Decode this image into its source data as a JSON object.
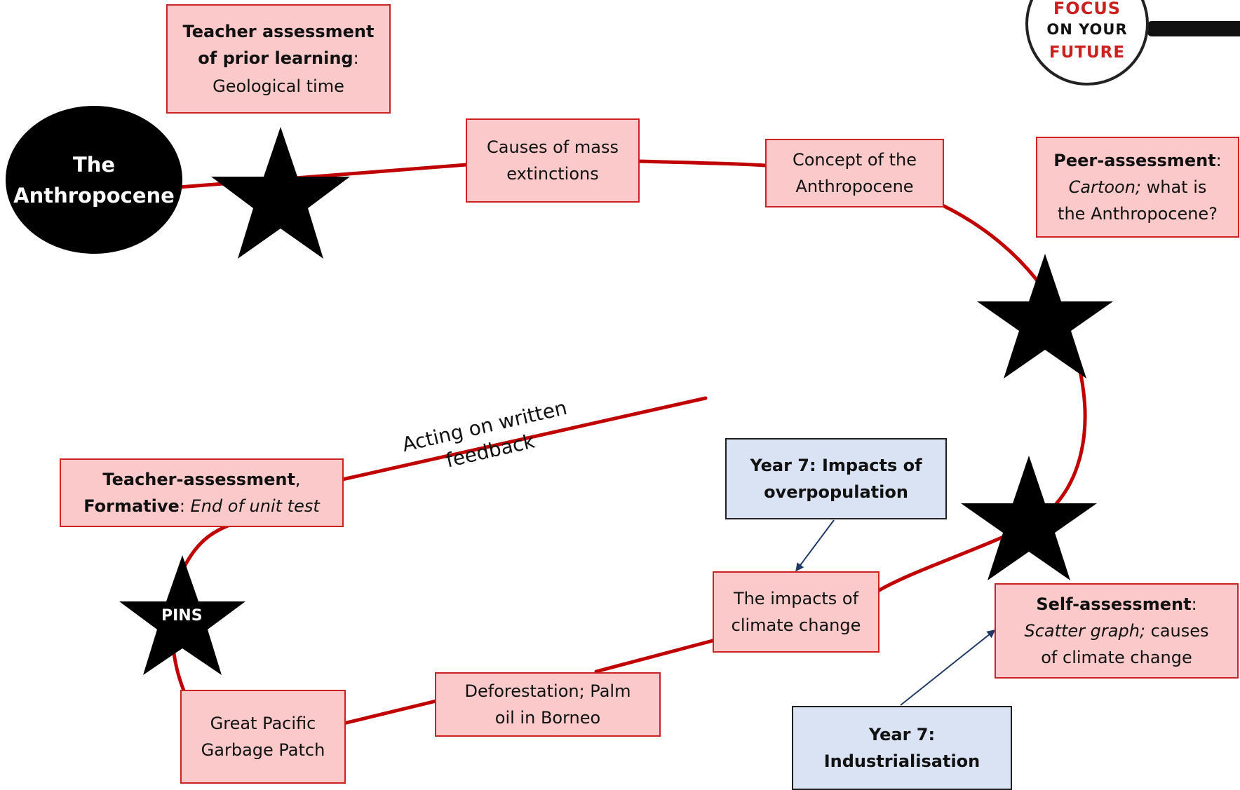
{
  "start": {
    "line1": "The",
    "line2": "Anthropocene"
  },
  "teacher_prior": {
    "bold1": "Teacher assessment",
    "bold2": "of prior learning",
    "colon": ":",
    "text": "Geological time"
  },
  "causes_mass": {
    "line1": "Causes of mass",
    "line2": "extinctions"
  },
  "concept": {
    "line1": "Concept of the",
    "line2": "Anthropocene"
  },
  "peer": {
    "bold": "Peer-assessment",
    "colon": ":",
    "italic": "Cartoon;",
    "rest1": " what is",
    "line3": "the Anthropocene?"
  },
  "year7_overpop": {
    "line1": "Year 7: Impacts of",
    "line2": "overpopulation"
  },
  "impacts_climate": {
    "line1": "The impacts of",
    "line2": "climate change"
  },
  "self": {
    "bold": "Self-assessment",
    "colon": ":",
    "italic": "Scatter graph;",
    "rest1": " causes",
    "line3": "of climate change"
  },
  "year7_ind": {
    "line1": "Year 7:",
    "line2": "Industrialisation"
  },
  "deforestation": {
    "line1": "Deforestation; Palm",
    "line2": "oil in Borneo"
  },
  "garbage": {
    "line1": "Great Pacific",
    "line2": "Garbage Patch"
  },
  "teacher_formative": {
    "bold1": "Teacher-assessment",
    "comma": ",",
    "bold2": "Formative",
    "colon": ": ",
    "italic": "End of unit test"
  },
  "pins_label": "PINS",
  "feedback": {
    "line1": "Acting on written",
    "line2": "feedback"
  },
  "logo": {
    "line1": "FOCUS",
    "line2": "ON YOUR",
    "line3": "FUTURE"
  },
  "colors": {
    "path": "#c00000",
    "box_fill": "#fbc9c9",
    "box_border": "#cc2222",
    "blue_fill": "#dae3f3",
    "arrow": "#1f3864",
    "star": "#000000"
  }
}
